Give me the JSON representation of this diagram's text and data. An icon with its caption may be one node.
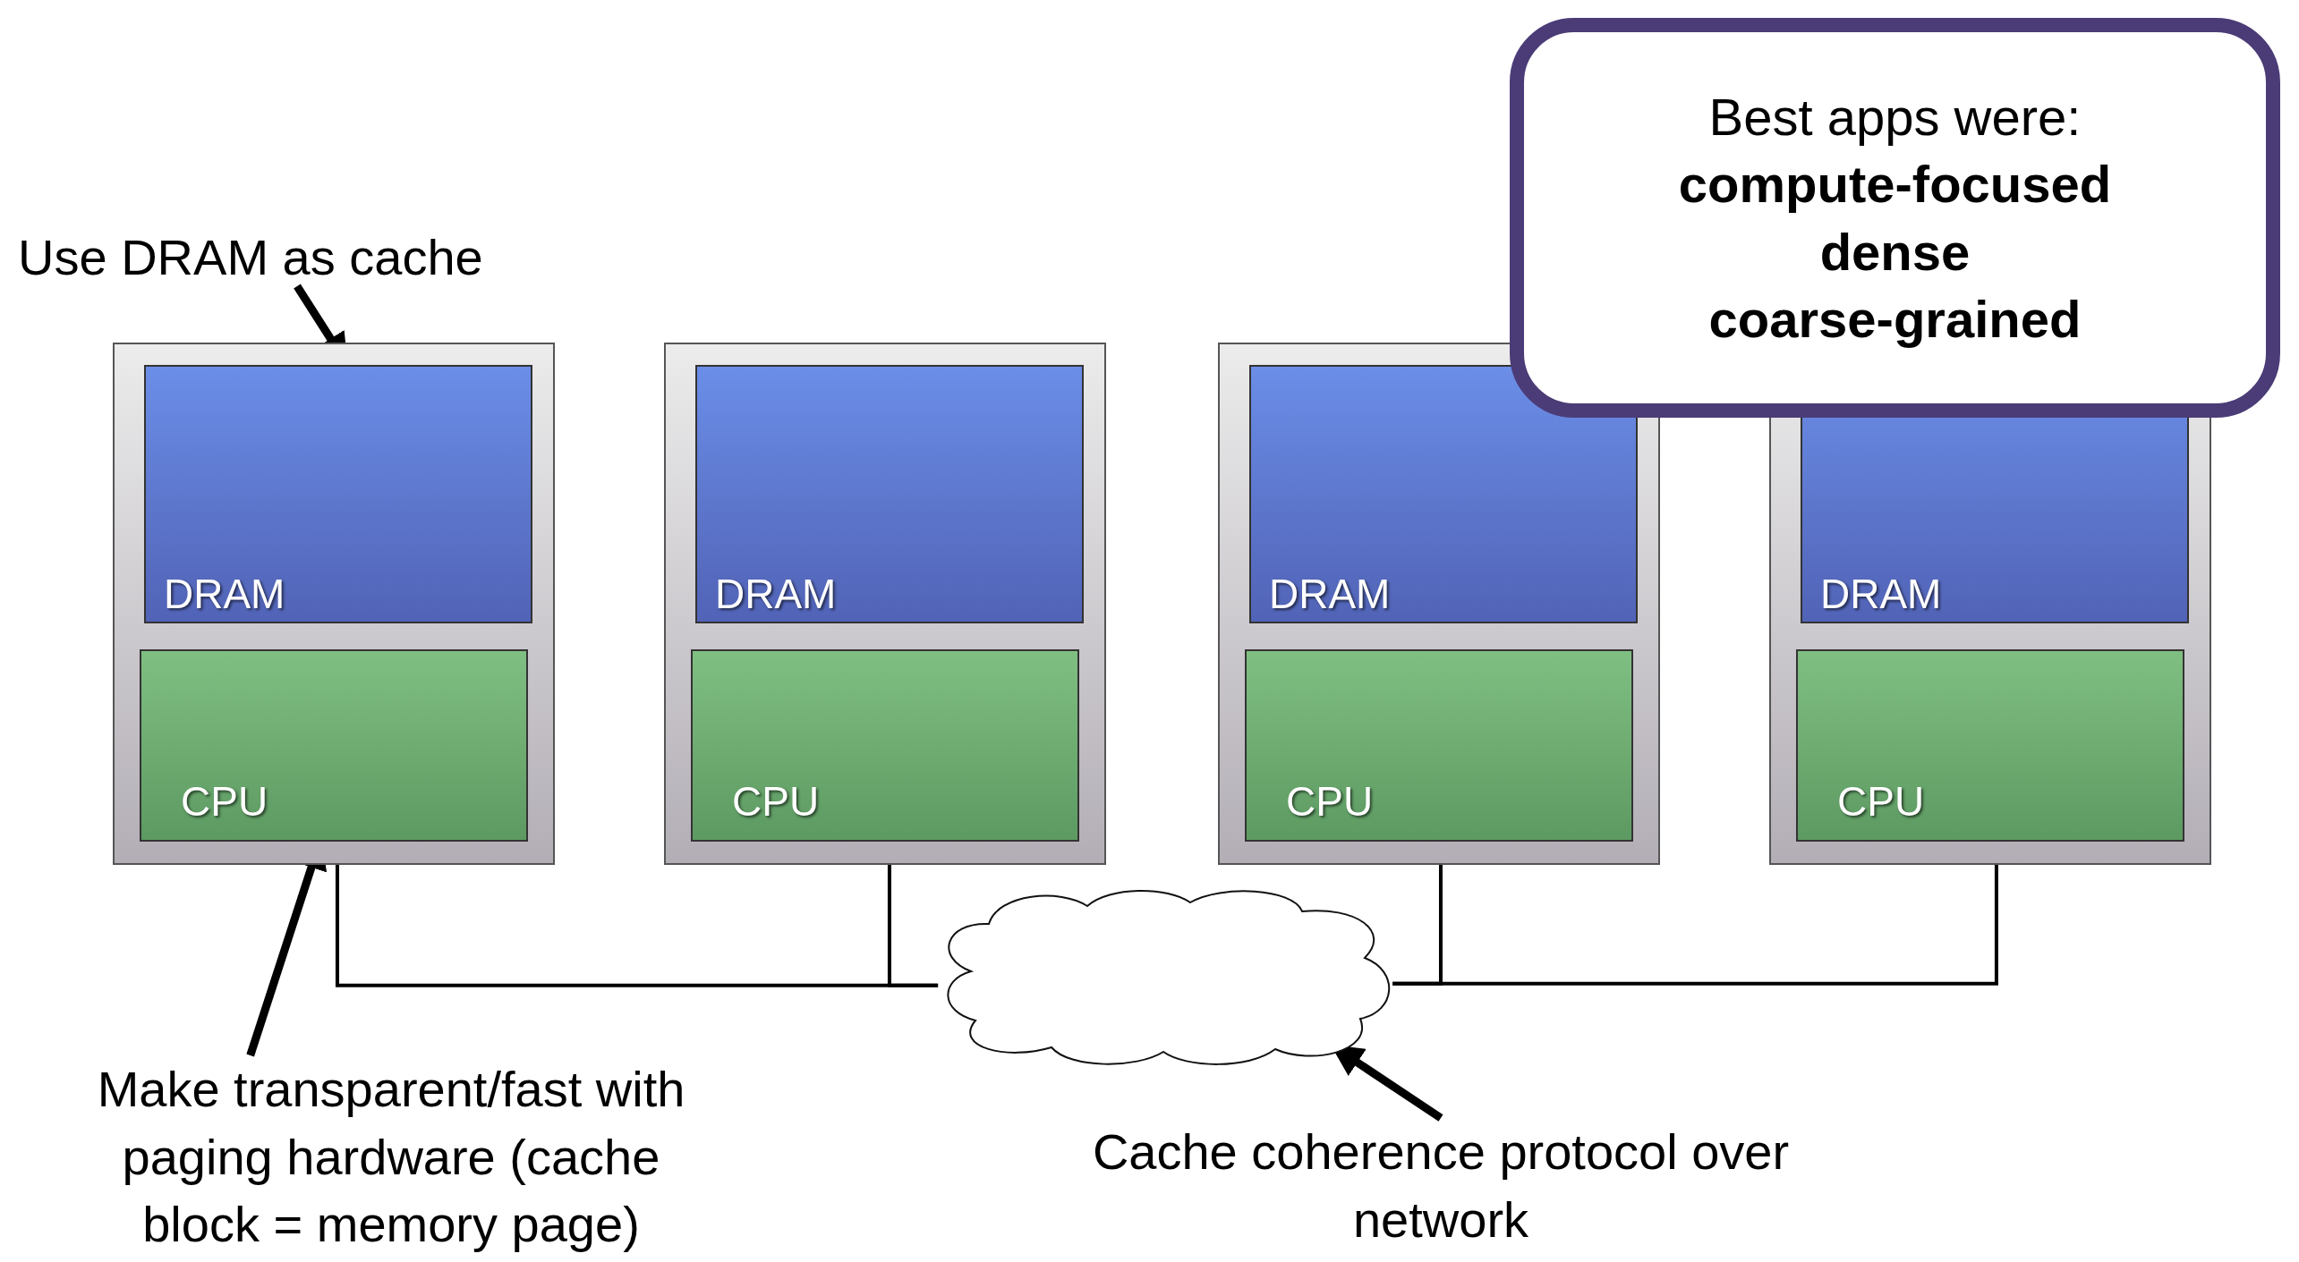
{
  "diagram": {
    "nodes": [
      {
        "text": [
          "Best apps were:",
          "compute-focused",
          "dense",
          "coarse-grained"
        ]
      },
      {
        "text": [
          "Use DRAM as cache"
        ]
      },
      {
        "text": [],
        "shape": "box"
      },
      {
        "text": [
          "DRAM"
        ],
        "in": 2
      },
      {
        "text": [
          "CPU"
        ],
        "in": 2
      },
      {
        "text": [],
        "shape": "box"
      },
      {
        "text": [
          "DRAM"
        ],
        "in": 5
      },
      {
        "text": [
          "CPU"
        ],
        "in": 5
      },
      {
        "text": [],
        "shape": "box"
      },
      {
        "text": [
          "DRAM"
        ],
        "in": 8
      },
      {
        "text": [
          "CPU"
        ],
        "in": 8
      },
      {
        "text": [],
        "shape": "box"
      },
      {
        "text": [
          "DRAM"
        ],
        "in": 11
      },
      {
        "text": [
          "CPU"
        ],
        "in": 11
      },
      {
        "text": [],
        "shape": "cloud"
      },
      {
        "text": [
          "Make transparent/fast with paging hardware (cache block = memory page)"
        ]
      },
      {
        "text": [
          "Cache coherence protocol over network"
        ]
      }
    ],
    "edges": [
      {
        "from": 1,
        "to": 3,
        "arrow": "to",
        "style": "thick"
      },
      {
        "from": 15,
        "to": 4,
        "arrow": "to",
        "style": "thick"
      },
      {
        "from": 16,
        "to": 14,
        "arrow": "to",
        "style": "thick"
      },
      {
        "from": 2,
        "to": 14,
        "arrow": "none"
      },
      {
        "from": 5,
        "to": 14,
        "arrow": "none"
      },
      {
        "from": 8,
        "to": 14,
        "arrow": "none"
      },
      {
        "from": 11,
        "to": 14,
        "arrow": "none"
      }
    ]
  }
}
